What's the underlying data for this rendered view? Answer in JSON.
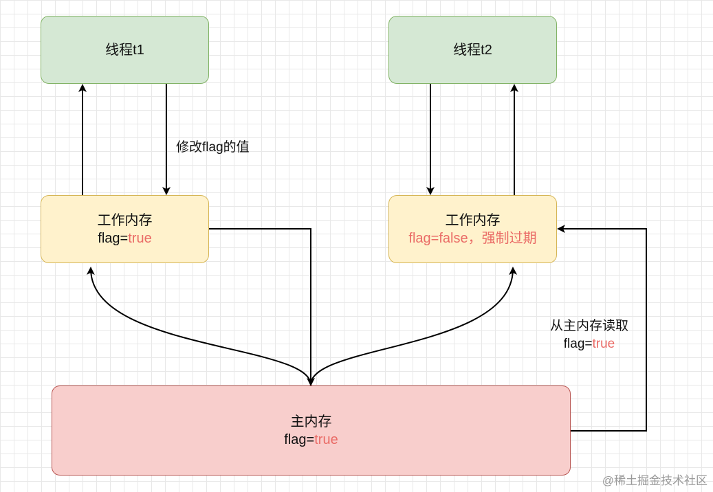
{
  "thread_t1": {
    "label": "线程t1"
  },
  "thread_t2": {
    "label": "线程t2"
  },
  "work_mem_1": {
    "title": "工作内存",
    "flag_prefix": "flag=",
    "flag_value": "true"
  },
  "work_mem_2": {
    "title": "工作内存",
    "status": "flag=false，强制过期"
  },
  "main_mem": {
    "title": "主内存",
    "flag_prefix": "flag=",
    "flag_value": "true"
  },
  "edge_labels": {
    "modify": "修改flag的值",
    "read_line1": "从主内存读取",
    "read_flag_prefix": "flag=",
    "read_flag_value": "true"
  },
  "watermark": "@稀土掘金技术社区",
  "colors": {
    "green_fill": "#d5e8d4",
    "green_stroke": "#82b366",
    "yellow_fill": "#fff2cc",
    "yellow_stroke": "#d6b656",
    "red_fill": "#f8cecc",
    "red_stroke": "#b85450",
    "highlight_text": "#ea6b66"
  }
}
